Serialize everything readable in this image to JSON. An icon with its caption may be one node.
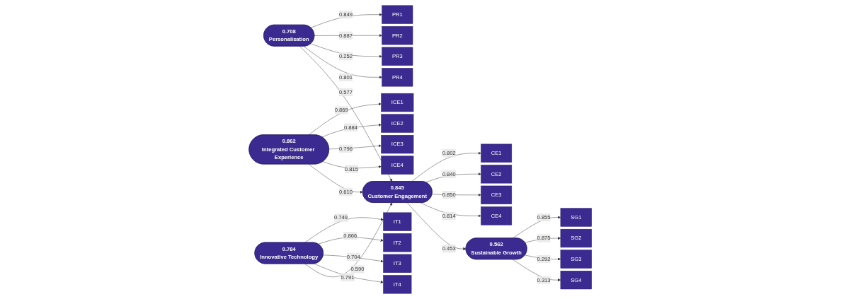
{
  "diagram": {
    "nodes": [
      {
        "text": [
          "PR1"
        ]
      },
      {
        "text": [
          "PR2"
        ]
      },
      {
        "text": [
          "PR3"
        ]
      },
      {
        "text": [
          "PR4"
        ]
      },
      {
        "text": [
          "0.708",
          "Personalisation"
        ]
      },
      {
        "text": [
          "ICE1"
        ]
      },
      {
        "text": [
          "ICE2"
        ]
      },
      {
        "text": [
          "ICE3"
        ]
      },
      {
        "text": [
          "ICE4"
        ]
      },
      {
        "text": [
          "0.862",
          "Integrated Customer Experience"
        ]
      },
      {
        "text": [
          "IT1"
        ]
      },
      {
        "text": [
          "IT2"
        ]
      },
      {
        "text": [
          "IT3"
        ]
      },
      {
        "text": [
          "IT4"
        ]
      },
      {
        "text": [
          "0.784",
          "Innovative Technology"
        ]
      },
      {
        "text": [
          "0.845",
          "Customer Engagement"
        ]
      },
      {
        "text": [
          "CE1"
        ]
      },
      {
        "text": [
          "CE2"
        ]
      },
      {
        "text": [
          "CE3"
        ]
      },
      {
        "text": [
          "CE4"
        ]
      },
      {
        "text": [
          "0.562",
          "Sustainable Growth"
        ]
      },
      {
        "text": [
          "SG1"
        ]
      },
      {
        "text": [
          "SG2"
        ]
      },
      {
        "text": [
          "SG3"
        ]
      },
      {
        "text": [
          "SG4"
        ]
      }
    ],
    "edges": [
      {
        "from": 4,
        "to": 0,
        "arrow": "to",
        "label": "0.849"
      },
      {
        "from": 4,
        "to": 1,
        "arrow": "to",
        "label": "0.887"
      },
      {
        "from": 4,
        "to": 2,
        "arrow": "to",
        "label": "0.252"
      },
      {
        "from": 4,
        "to": 3,
        "arrow": "to",
        "label": "0.801"
      },
      {
        "from": 9,
        "to": 5,
        "arrow": "to",
        "label": "0.869"
      },
      {
        "from": 9,
        "to": 6,
        "arrow": "to",
        "label": "0.884"
      },
      {
        "from": 9,
        "to": 7,
        "arrow": "to",
        "label": "0.796"
      },
      {
        "from": 9,
        "to": 8,
        "arrow": "to",
        "label": "0.815"
      },
      {
        "from": 14,
        "to": 10,
        "arrow": "to",
        "label": "0.749"
      },
      {
        "from": 14,
        "to": 11,
        "arrow": "to",
        "label": "0.866"
      },
      {
        "from": 14,
        "to": 12,
        "arrow": "to",
        "label": "0.704"
      },
      {
        "from": 14,
        "to": 13,
        "arrow": "to",
        "label": "0.791"
      },
      {
        "from": 4,
        "to": 15,
        "arrow": "to",
        "label": "0.577"
      },
      {
        "from": 9,
        "to": 15,
        "arrow": "to",
        "label": "0.610"
      },
      {
        "from": 14,
        "to": 15,
        "arrow": "to",
        "label": "0.590"
      },
      {
        "from": 15,
        "to": 16,
        "arrow": "to",
        "label": "0.802"
      },
      {
        "from": 15,
        "to": 17,
        "arrow": "to",
        "label": "0.840"
      },
      {
        "from": 15,
        "to": 18,
        "arrow": "to",
        "label": "0.850"
      },
      {
        "from": 15,
        "to": 19,
        "arrow": "to",
        "label": "0.814"
      },
      {
        "from": 15,
        "to": 20,
        "arrow": "to",
        "label": "0.453"
      },
      {
        "from": 20,
        "to": 21,
        "arrow": "to",
        "label": "0.855"
      },
      {
        "from": 20,
        "to": 22,
        "arrow": "to",
        "label": "0.875"
      },
      {
        "from": 20,
        "to": 23,
        "arrow": "to",
        "label": "0.292"
      },
      {
        "from": 20,
        "to": 24,
        "arrow": "to",
        "label": "0.313"
      }
    ]
  }
}
